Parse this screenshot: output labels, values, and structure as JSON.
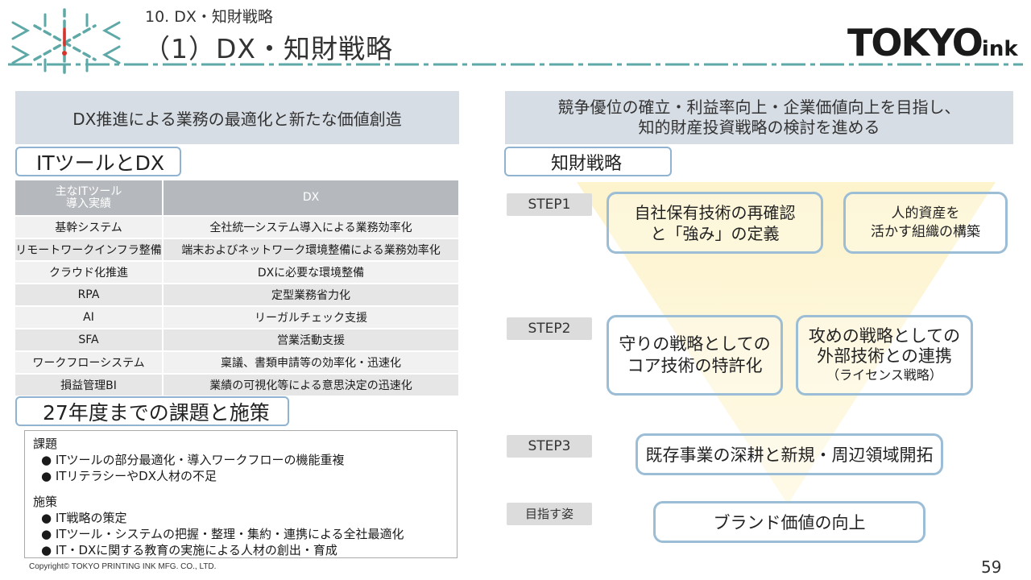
{
  "header": {
    "section": "10. DX・知財戦略",
    "title": "（1）DX・知財戦略",
    "brand_main": "TOKYO",
    "brand_sub": "ink"
  },
  "left": {
    "banner": "DX推進による業務の最適化と新たな価値創造",
    "it_tag": "ITツールとDX",
    "table": {
      "headers": [
        "主なITツール",
        "導入実績",
        "DX"
      ],
      "rows": [
        [
          "基幹システム",
          "全社統一システム導入による業務効率化"
        ],
        [
          "リモートワークインフラ整備",
          "端末およびネットワーク環境整備による業務効率化"
        ],
        [
          "クラウド化推進",
          "DXに必要な環境整備"
        ],
        [
          "RPA",
          "定型業務省力化"
        ],
        [
          "AI",
          "リーガルチェック支援"
        ],
        [
          "SFA",
          "営業活動支援"
        ],
        [
          "ワークフローシステム",
          "稟議、書類申請等の効率化・迅速化"
        ],
        [
          "損益管理BI",
          "業績の可視化等による意思決定の迅速化"
        ]
      ]
    },
    "issues_tag": "27年度までの課題と施策",
    "issues": {
      "issue_heading": "課題",
      "issue_items": [
        "●  ITツールの部分最適化・導入ワークフローの機能重複",
        "●  ITリテラシーやDX人材の不足"
      ],
      "measure_heading": "施策",
      "measure_items": [
        "●  IT戦略の策定",
        "●  ITツール・システムの把握・整理・集約・連携による全社最適化",
        "●  IT・DXに関する教育の実施による人材の創出・育成"
      ]
    }
  },
  "right": {
    "banner_line1": "競争優位の確立・利益率向上・企業価値向上を目指し、",
    "banner_line2": "知的財産投資戦略の検討を進める",
    "ip_tag": "知財戦略",
    "steps": [
      "STEP1",
      "STEP2",
      "STEP3",
      "目指す姿"
    ],
    "cards": {
      "c1_line1": "自社保有技術の再確認",
      "c1_line2": "と「強み」の定義",
      "c2_line1": "人的資産を",
      "c2_line2": "活かす組織の構築",
      "c3_line1": "守りの戦略としての",
      "c3_line2": "コア技術の特許化",
      "c4_line1": "攻めの戦略としての",
      "c4_line2": "外部技術との連携",
      "c4_line3": "（ライセンス戦略）",
      "c5": "既存事業の深耕と新規・周辺領域開拓",
      "c6": "ブランド価値の向上"
    }
  },
  "footer": {
    "copyright": "Copyright© TOKYO PRINTING INK MFG. CO., LTD.",
    "page": "59"
  },
  "colors": {
    "accent": "#5fa8a8",
    "mark_red": "#d9342b",
    "card_border": "#9cbdd6",
    "banner_bg": "#d7dde5",
    "funnel": "#fdf5d4"
  }
}
